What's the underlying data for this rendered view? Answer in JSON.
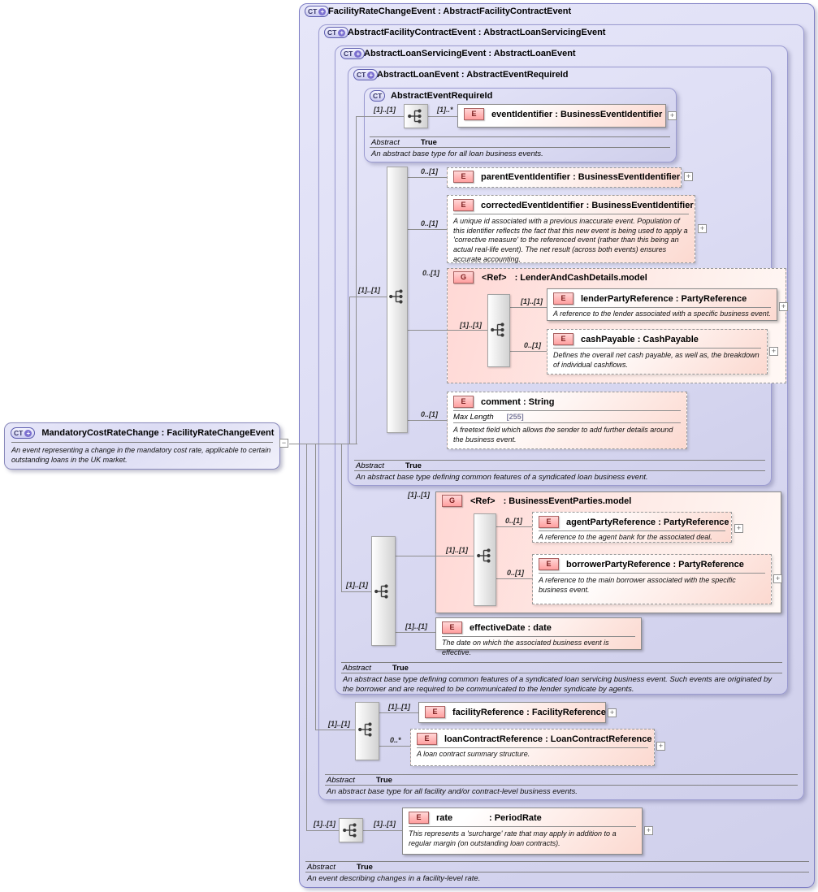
{
  "palette": {
    "lavender": "#dcdcf4",
    "pink": "#fcd9d0",
    "badge_red": "#ff9f9f",
    "badge_purple": "#7b6fd0",
    "line_gray": "#8f8f8f"
  },
  "badges": {
    "ct": "CT",
    "e": "E",
    "g": "G",
    "plus": "+",
    "expand": "+",
    "collapse": "−"
  },
  "abstract": {
    "label": "Abstract",
    "value": "True"
  },
  "left_box": {
    "title": "MandatoryCostRateChange : FacilityRateChangeEvent",
    "annotation": "An event representing a change in the mandatory cost rate, applicable to certain outstanding loans in the UK market."
  },
  "types": {
    "facilityRateChangeEvent": {
      "title": "FacilityRateChangeEvent : AbstractFacilityContractEvent",
      "footer": "An event describing changes in a facility-level rate."
    },
    "abstractFacilityContractEvent": {
      "title": "AbstractFacilityContractEvent : AbstractLoanServicingEvent",
      "footer": "An abstract base type for all facility and/or contract-level business events."
    },
    "abstractLoanServicingEvent": {
      "title": "AbstractLoanServicingEvent : AbstractLoanEvent",
      "footer": "An abstract base type defining common features of a syndicated loan servicing business event. Such events are originated by the borrower and are required to be communicated to the lender syndicate by agents."
    },
    "abstractLoanEvent": {
      "title": "AbstractLoanEvent : AbstractEventRequireId",
      "footer": "An abstract base type defining common features of a syndicated loan business event."
    },
    "abstractEventRequireId": {
      "title": "AbstractEventRequireId",
      "footer": "An abstract base type for all loan business events."
    }
  },
  "groups": {
    "lenderAndCashDetails": {
      "ref": "<Ref>",
      "type": ": LenderAndCashDetails.model",
      "cardinality": "0..[1]",
      "inner_cardinality": "[1]..[1]"
    },
    "businessEventParties": {
      "ref": "<Ref>",
      "type": ": BusinessEventParties.model",
      "cardinality": "[1]..[1]",
      "inner_cardinality": "[1]..[1]"
    }
  },
  "elements": {
    "eventIdentifier": {
      "label": "eventIdentifier : BusinessEventIdentifier",
      "cardinality": "[1]..*"
    },
    "parentEventIdentifier": {
      "label": "parentEventIdentifier : BusinessEventIdentifier",
      "cardinality": "0..[1]"
    },
    "correctedEventIdentifier": {
      "label": "correctedEventIdentifier : BusinessEventIdentifier",
      "cardinality": "0..[1]",
      "annotation": "A unique id associated with a previous inaccurate event. Population of this identifier reflects the fact that this new event is being used to apply a 'corrective measure' to the referenced event (rather than this being an actual real-life event). The net result (across both events) ensures accurate accounting."
    },
    "lenderPartyReference": {
      "label": "lenderPartyReference : PartyReference",
      "cardinality": "[1]..[1]",
      "annotation": "A reference to the lender associated with a specific business event."
    },
    "cashPayable": {
      "label": "cashPayable : CashPayable",
      "cardinality": "0..[1]",
      "annotation": "Defines the overall net cash payable, as well as, the breakdown of individual cashflows."
    },
    "comment": {
      "label": "comment : String",
      "cardinality": "0..[1]",
      "facet_label": "Max Length",
      "facet_value": "[255]",
      "annotation": "A freetext field which allows the sender to add further details around the business event."
    },
    "agentPartyReference": {
      "label": "agentPartyReference : PartyReference",
      "cardinality": "0..[1]",
      "annotation": "A reference to the agent bank for the associated deal."
    },
    "borrowerPartyReference": {
      "label": "borrowerPartyReference : PartyReference",
      "cardinality": "0..[1]",
      "annotation": "A reference to the main borrower associated with the specific business event."
    },
    "effectiveDate": {
      "label": "effectiveDate : date",
      "cardinality": "[1]..[1]",
      "annotation": "The date on which the associated business event is effective."
    },
    "facilityReference": {
      "label": "facilityReference : FacilityReference",
      "cardinality": "[1]..[1]"
    },
    "loanContractReference": {
      "label": "loanContractReference : LoanContractReference",
      "cardinality": "0..*",
      "annotation": "A loan contract summary structure."
    },
    "rate": {
      "name": "rate",
      "type": ": PeriodRate",
      "cardinality": "[1]..[1]",
      "annotation": "This represents a 'surcharge' rate that may apply in addition to a regular margin (on outstanding loan contracts)."
    }
  },
  "sequences": {
    "aeri": {
      "left": "[1]..[1]"
    },
    "ale": {
      "left": "[1]..[1]"
    },
    "alse": {
      "left": "[1]..[1]"
    },
    "afce": {
      "left": "[1]..[1]"
    },
    "frce": {
      "left": "[1]..[1]"
    }
  }
}
